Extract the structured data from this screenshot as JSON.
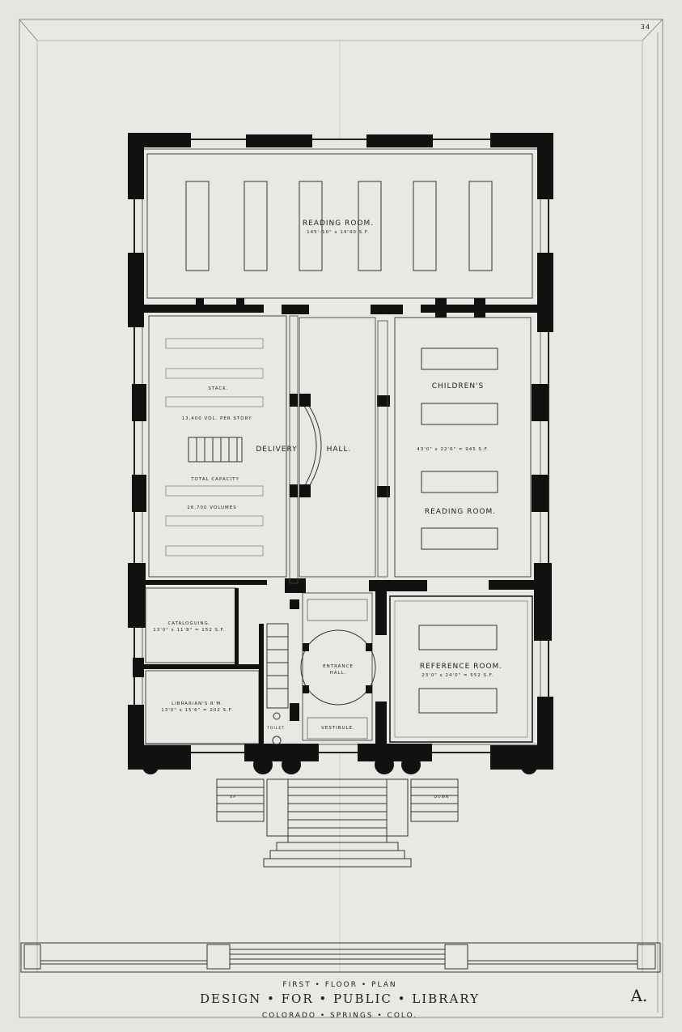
{
  "plan": {
    "reading_room": "READING ROOM.",
    "reading_room_size": "145'-10\" x 14'40 S.F.",
    "stack": "STACK.",
    "stack_vol": "13,400 VOL. PER STORY",
    "total_capacity": "TOTAL CAPACITY",
    "total_volumes": "26,700 VOLUMES",
    "delivery": "DELIVERY",
    "hall": "HALL.",
    "childrens": "CHILDREN'S",
    "childrens_size": "43'0\" x 22'6\" = 945 S.F.",
    "childrens_reading": "READING ROOM.",
    "cataloguing": "CATALOGUING.",
    "cataloguing_size": "13'0\" x 11'8\" = 152 S.F.",
    "librarians": "LIBRARIAN'S R'M.",
    "librarians_size": "13'0\" x 15'6\" = 202 S.F.",
    "entrance": "ENTRANCE",
    "entrance_hall": "HALL.",
    "reference": "REFERENCE ROOM.",
    "reference_size": "23'0\" x 24'0\" = 552 S.F.",
    "vestibule": "VESTIBULE.",
    "toilet": "TOILET.",
    "up": "UP",
    "down": "DOWN",
    "sheet_number": "34",
    "sheet_letter": "A."
  },
  "titleblock": {
    "line1": "FIRST • FLOOR • PLAN",
    "line2": "DESIGN • FOR • PUBLIC • LIBRARY",
    "line3": "COLORADO • SPRINGS • COLO."
  }
}
